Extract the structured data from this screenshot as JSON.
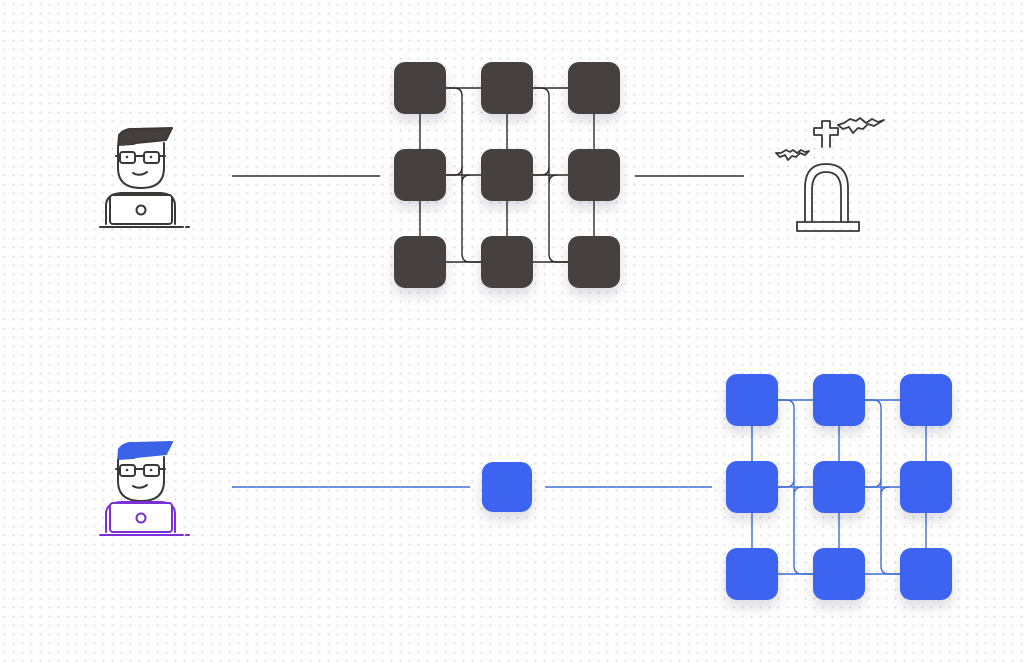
{
  "colors": {
    "background": "#ffffff",
    "dark_node": "#463f3f",
    "dark_line": "#2f2a2a",
    "blue_node": "#3d64f1",
    "blue_line": "#3d6fd6",
    "avatar_hair_blue": "#3c62e8",
    "avatar_violet": "#7b2fd6",
    "outline": "#3b3838"
  },
  "icons": {
    "top_developer": "developer-at-laptop-icon",
    "bottom_developer": "developer-at-laptop-icon",
    "graveyard": "tombstone-with-bats-icon"
  },
  "diagram": {
    "top_row": {
      "grid": "3x3",
      "style": "dark",
      "ends_with": "tombstone"
    },
    "bottom_row": {
      "middle_nodes": 1,
      "grid": "3x3",
      "style": "blue"
    }
  }
}
